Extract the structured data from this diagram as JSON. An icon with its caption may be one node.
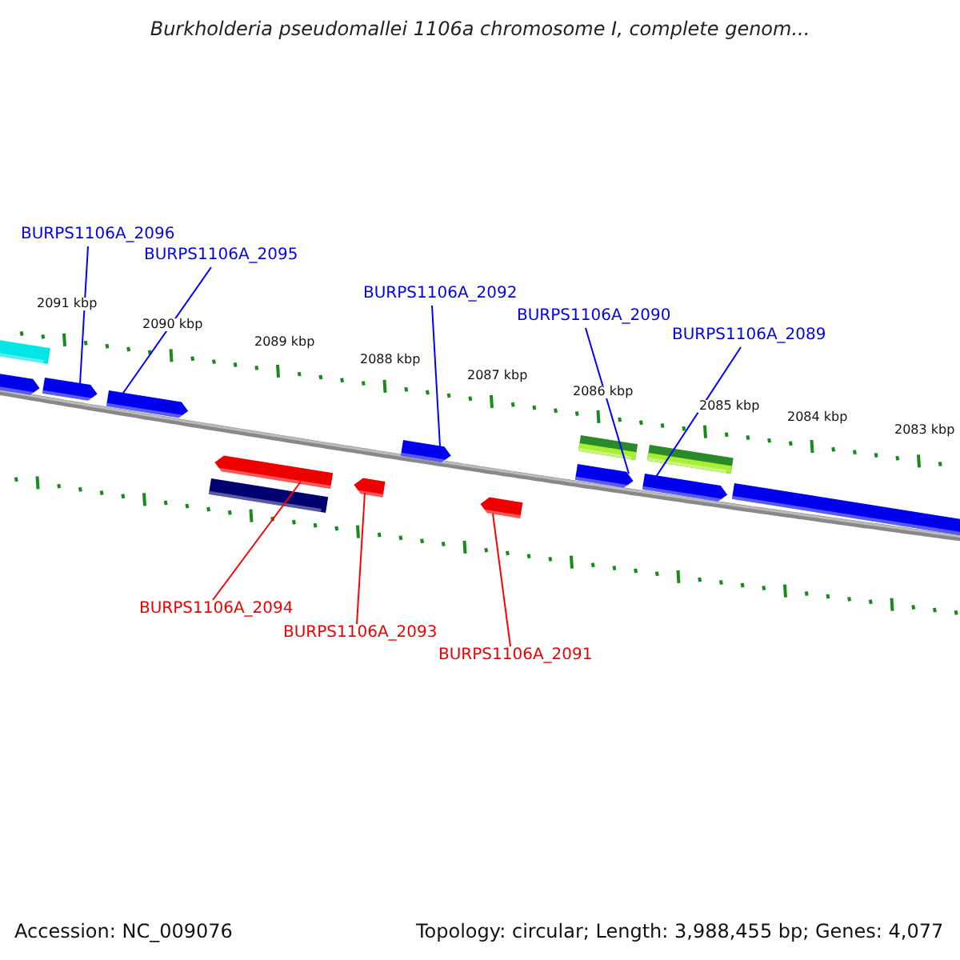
{
  "diagram": {
    "title": "Burkholderia pseudomallei 1106a chromosome I, complete genom...",
    "nodes": [
      {
        "text": [
          "BURPS1106A_2096"
        ]
      },
      {
        "text": [
          "BURPS1106A_2095"
        ]
      },
      {
        "text": [
          "BURPS1106A_2092"
        ]
      },
      {
        "text": [
          "BURPS1106A_2090"
        ]
      },
      {
        "text": [
          "BURPS1106A_2089"
        ]
      },
      {
        "text": [
          "BURPS1106A_2094"
        ]
      },
      {
        "text": [
          "BURPS1106A_2093"
        ]
      },
      {
        "text": [
          "BURPS1106A_2091"
        ]
      },
      {
        "text": [],
        "shape": "bar"
      },
      {
        "text": [],
        "shape": "bar"
      },
      {
        "text": [],
        "shape": "bar"
      },
      {
        "text": [],
        "shape": "bar"
      },
      {
        "text": [],
        "shape": "bar"
      },
      {
        "text": [],
        "shape": "bar"
      },
      {
        "text": [],
        "shape": "bar"
      },
      {
        "text": [],
        "shape": "bar"
      },
      {
        "text": [],
        "shape": "bar"
      },
      {
        "text": [],
        "shape": "bar"
      },
      {
        "text": [],
        "shape": "bar"
      },
      {
        "text": [],
        "shape": "bar"
      },
      {
        "text": [],
        "shape": "bar"
      },
      {
        "text": [],
        "shape": "bar"
      }
    ],
    "edges": [
      {
        "from": 0,
        "to": 10,
        "arrow": "none",
        "color": "#0000ff"
      },
      {
        "from": 1,
        "to": 11,
        "arrow": "none",
        "color": "#0000ff"
      },
      {
        "from": 2,
        "to": 15,
        "arrow": "none",
        "color": "#0000ff"
      },
      {
        "from": 3,
        "to": 17,
        "arrow": "none",
        "color": "#0000ff"
      },
      {
        "from": 4,
        "to": 19,
        "arrow": "none",
        "color": "#0000ff"
      },
      {
        "from": 5,
        "to": 13,
        "arrow": "none",
        "color": "#ff0000"
      },
      {
        "from": 6,
        "to": 14,
        "arrow": "none",
        "color": "#ff0000"
      },
      {
        "from": 7,
        "to": 16,
        "arrow": "none",
        "color": "#ff0000"
      }
    ],
    "labels": [
      "2091 kbp",
      "2090 kbp",
      "2089 kbp",
      "2088 kbp",
      "2087 kbp",
      "2086 kbp",
      "2085 kbp",
      "2084 kbp",
      "2083 kbp",
      "Accession: NC_009076",
      "Topology: circular; Length: 3,988,455 bp; Genes: 4,077"
    ]
  }
}
